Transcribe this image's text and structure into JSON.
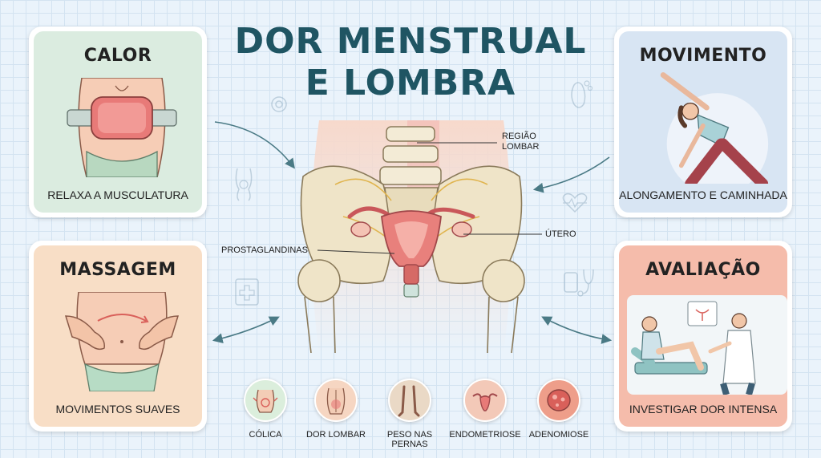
{
  "title": {
    "line1": "DOR MENSTRUAL",
    "line2": "E LOMBRA"
  },
  "cards": {
    "calor": {
      "title": "CALOR",
      "caption": "RELAXA A MUSCULATURA"
    },
    "movimento": {
      "title": "MOVIMENTO",
      "caption": "ALONGAMENTO E CAMINHADA"
    },
    "massagem": {
      "title": "MASSAGEM",
      "caption": "MOVIMENTOS SUAVES"
    },
    "avaliacao": {
      "title": "AVALIAÇÃO",
      "caption": "INVESTIGAR DOR INTENSA"
    }
  },
  "anatomy_labels": {
    "lombar_line1": "REGIÃO",
    "lombar_line2": "LOMBAR",
    "utero": "ÚTERO",
    "prostaglandinas": "PROSTAGLANDINAS"
  },
  "symptoms": [
    {
      "label": "CÓLICA",
      "icon": "colic-icon",
      "color": "#dbeedc"
    },
    {
      "label": "DOR LOMBAR",
      "icon": "back-pain-icon",
      "color": "#f6d6c2"
    },
    {
      "label_line1": "PESO NAS",
      "label_line2": "PERNAS",
      "icon": "legs-icon",
      "color": "#ead9c6"
    },
    {
      "label": "ENDOMETRIOSE",
      "icon": "uterus-icon",
      "color": "#f3c9b8"
    },
    {
      "label": "ADENOMIOSE",
      "icon": "tissue-icon",
      "color": "#ee9e8a"
    }
  ]
}
